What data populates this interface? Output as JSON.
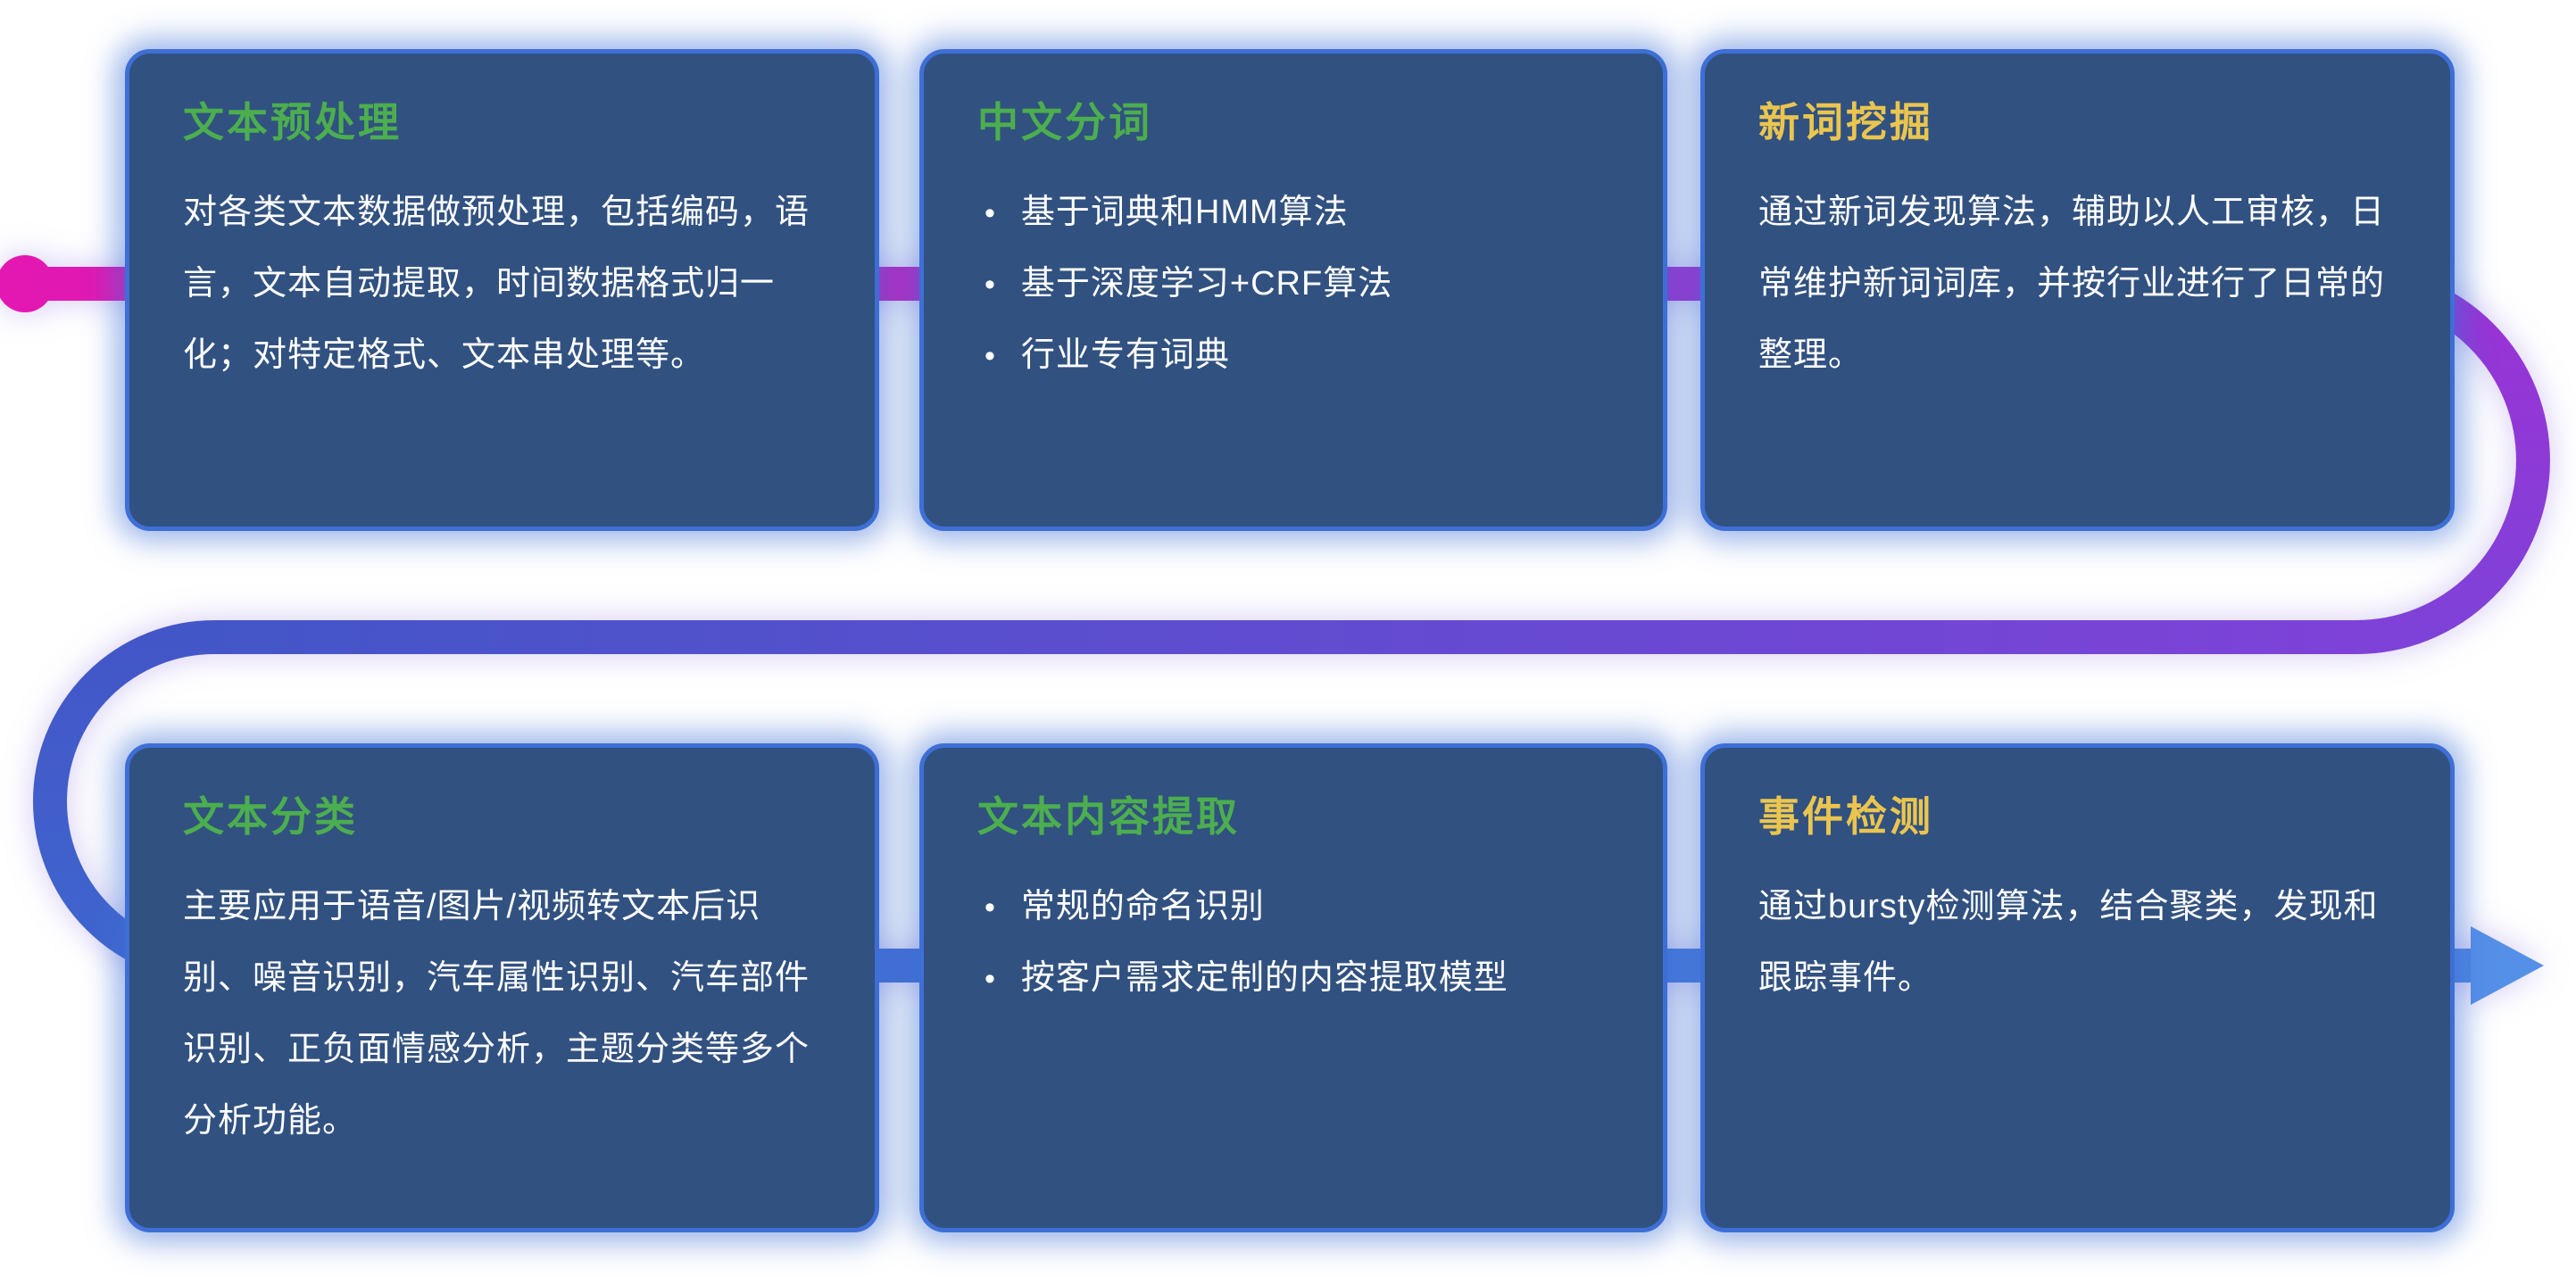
{
  "theme": {
    "card_bg": "#315180",
    "card_border": "#3e6fd6",
    "body_text": "#ffffff",
    "green_title": "#4cae4f",
    "yellow_title": "#eac54f"
  },
  "flow": {
    "start_dot_color": "#e318b2",
    "arrow_color": "#5590e8",
    "stops": {
      "magenta": "#e318b2",
      "magenta_purple": "#b32ac8",
      "purple": "#9c32d6",
      "violet": "#7e42d8",
      "indigo": "#4356c8",
      "blue": "#3f66ce",
      "light_blue": "#4f86e2"
    }
  },
  "cards": [
    {
      "id": "text-preprocessing",
      "title": "文本预处理",
      "title_color": "#4cae4f",
      "body": "对各类文本数据做预处理，包括编码，语言，文本自动提取，时间数据格式归一化；对特定格式、文本串处理等。",
      "bullets": []
    },
    {
      "id": "chinese-word-segmentation",
      "title": "中文分词",
      "title_color": "#4cae4f",
      "body": "",
      "bullets": [
        "基于词典和HMM算法",
        "基于深度学习+CRF算法",
        "行业专有词典"
      ]
    },
    {
      "id": "new-word-mining",
      "title": "新词挖掘",
      "title_color": "#eac54f",
      "body": "通过新词发现算法，辅助以人工审核，日常维护新词词库，并按行业进行了日常的整理。",
      "bullets": []
    },
    {
      "id": "text-classification",
      "title": "文本分类",
      "title_color": "#4cae4f",
      "body": "主要应用于语音/图片/视频转文本后识别、噪音识别，汽车属性识别、汽车部件识别、正负面情感分析，主题分类等多个分析功能。",
      "bullets": []
    },
    {
      "id": "text-content-extraction",
      "title": "文本内容提取",
      "title_color": "#4cae4f",
      "body": "",
      "bullets": [
        "常规的命名识别",
        "按客户需求定制的内容提取模型"
      ]
    },
    {
      "id": "event-detection",
      "title": "事件检测",
      "title_color": "#eac54f",
      "body": "通过bursty检测算法，结合聚类，发现和跟踪事件。",
      "bullets": []
    }
  ]
}
